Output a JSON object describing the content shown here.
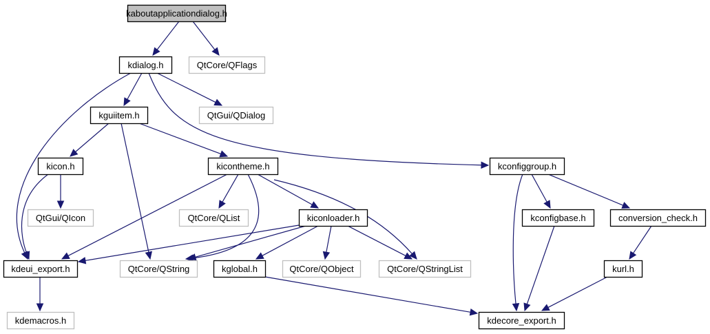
{
  "diagram": {
    "type": "include-dependency-graph",
    "colors": {
      "edge": "#191970",
      "root_fill": "#bfbfbf",
      "node_border": "#000000",
      "external_border": "#bfbfbf",
      "background": "#ffffff"
    },
    "nodes": [
      {
        "id": "kaboutapplicationdialog",
        "label": "kaboutapplicationdialog.h",
        "kind": "root"
      },
      {
        "id": "kdialog",
        "label": "kdialog.h",
        "kind": "documented"
      },
      {
        "id": "qflags",
        "label": "QtCore/QFlags",
        "kind": "external"
      },
      {
        "id": "kguiitem",
        "label": "kguiitem.h",
        "kind": "documented"
      },
      {
        "id": "qdialog",
        "label": "QtGui/QDialog",
        "kind": "external"
      },
      {
        "id": "kicon",
        "label": "kicon.h",
        "kind": "documented"
      },
      {
        "id": "kicontheme",
        "label": "kicontheme.h",
        "kind": "documented"
      },
      {
        "id": "kconfiggroup",
        "label": "kconfiggroup.h",
        "kind": "documented"
      },
      {
        "id": "qicon",
        "label": "QtGui/QIcon",
        "kind": "external"
      },
      {
        "id": "qlist",
        "label": "QtCore/QList",
        "kind": "external"
      },
      {
        "id": "kiconloader",
        "label": "kiconloader.h",
        "kind": "documented"
      },
      {
        "id": "kconfigbase",
        "label": "kconfigbase.h",
        "kind": "documented"
      },
      {
        "id": "conversion_check",
        "label": "conversion_check.h",
        "kind": "documented"
      },
      {
        "id": "kdeui_export",
        "label": "kdeui_export.h",
        "kind": "documented"
      },
      {
        "id": "qstring",
        "label": "QtCore/QString",
        "kind": "external"
      },
      {
        "id": "kglobal",
        "label": "kglobal.h",
        "kind": "documented"
      },
      {
        "id": "qobject",
        "label": "QtCore/QObject",
        "kind": "external"
      },
      {
        "id": "qstringlist",
        "label": "QtCore/QStringList",
        "kind": "external"
      },
      {
        "id": "kurl",
        "label": "kurl.h",
        "kind": "documented"
      },
      {
        "id": "kdemacros",
        "label": "kdemacros.h",
        "kind": "external"
      },
      {
        "id": "kdecore_export",
        "label": "kdecore_export.h",
        "kind": "documented"
      }
    ],
    "edges": [
      {
        "from": "kaboutapplicationdialog",
        "to": "kdialog"
      },
      {
        "from": "kaboutapplicationdialog",
        "to": "qflags"
      },
      {
        "from": "kdialog",
        "to": "kguiitem"
      },
      {
        "from": "kdialog",
        "to": "qdialog"
      },
      {
        "from": "kdialog",
        "to": "kdeui_export"
      },
      {
        "from": "kdialog",
        "to": "kconfiggroup"
      },
      {
        "from": "kguiitem",
        "to": "kicon"
      },
      {
        "from": "kguiitem",
        "to": "kicontheme"
      },
      {
        "from": "kguiitem",
        "to": "qstring"
      },
      {
        "from": "kicon",
        "to": "qicon"
      },
      {
        "from": "kicon",
        "to": "kdeui_export"
      },
      {
        "from": "kicontheme",
        "to": "qlist"
      },
      {
        "from": "kicontheme",
        "to": "kiconloader"
      },
      {
        "from": "kicontheme",
        "to": "kdeui_export"
      },
      {
        "from": "kicontheme",
        "to": "qstring"
      },
      {
        "from": "kicontheme",
        "to": "qstringlist"
      },
      {
        "from": "kiconloader",
        "to": "kdeui_export"
      },
      {
        "from": "kiconloader",
        "to": "qstring"
      },
      {
        "from": "kiconloader",
        "to": "kglobal"
      },
      {
        "from": "kiconloader",
        "to": "qobject"
      },
      {
        "from": "kiconloader",
        "to": "qstringlist"
      },
      {
        "from": "kglobal",
        "to": "kdecore_export"
      },
      {
        "from": "kdeui_export",
        "to": "kdemacros"
      },
      {
        "from": "kconfiggroup",
        "to": "kconfigbase"
      },
      {
        "from": "kconfiggroup",
        "to": "conversion_check"
      },
      {
        "from": "kconfiggroup",
        "to": "kdecore_export"
      },
      {
        "from": "kconfigbase",
        "to": "kdecore_export"
      },
      {
        "from": "conversion_check",
        "to": "kurl"
      },
      {
        "from": "kurl",
        "to": "kdecore_export"
      }
    ]
  }
}
